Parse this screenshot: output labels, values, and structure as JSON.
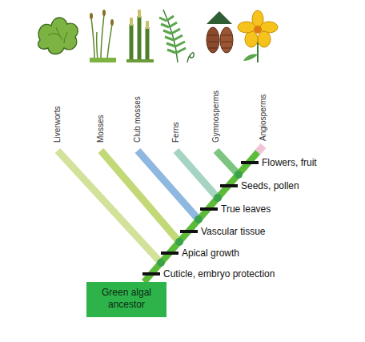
{
  "diagram": {
    "nodes": [
      {
        "text": [
          "Green algal ancestor"
        ]
      }
    ],
    "labels": [
      "Liverworts",
      "Mosses",
      "Club mosses",
      "Ferns",
      "Gymnosperms",
      "Angiosperms",
      "Flowers, fruit",
      "Seeds, pollen",
      "True leaves",
      "Vascular tissue",
      "Apical growth",
      "Cuticle, embryo protection"
    ]
  }
}
